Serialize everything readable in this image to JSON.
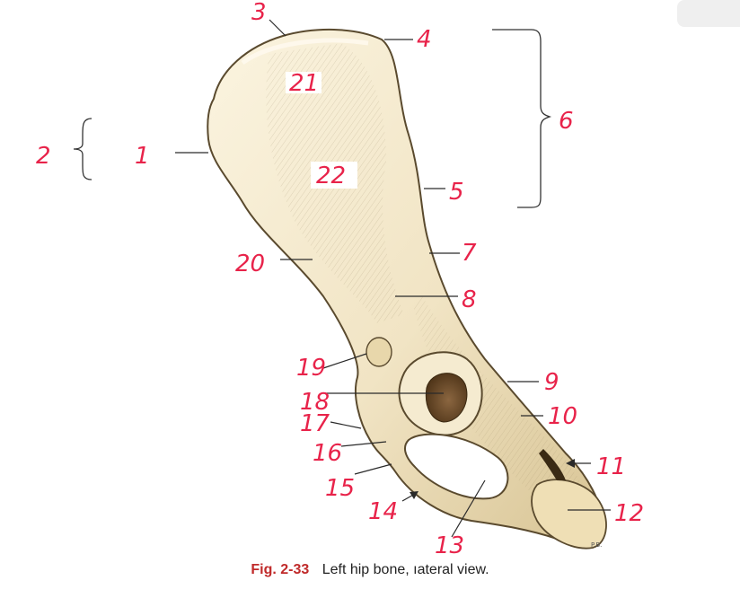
{
  "figure": {
    "number": "Fig. 2-33",
    "caption": "Left hip bone, ıateral view.",
    "artist_initials": "P.B."
  },
  "labels": [
    "1",
    "2",
    "3",
    "4",
    "5",
    "6",
    "7",
    "8",
    "9",
    "10",
    "11",
    "12",
    "13",
    "14",
    "15",
    "16",
    "17",
    "18",
    "19",
    "20",
    "21",
    "22"
  ],
  "colors": {
    "label_red": "#e8234a",
    "bone_light": "#f4ead0",
    "bone_shadow": "#d9c79a",
    "bone_outline": "#5a4a2e",
    "cavity_dark": "#6b4a2a",
    "caption_red": "#c02a2a"
  }
}
